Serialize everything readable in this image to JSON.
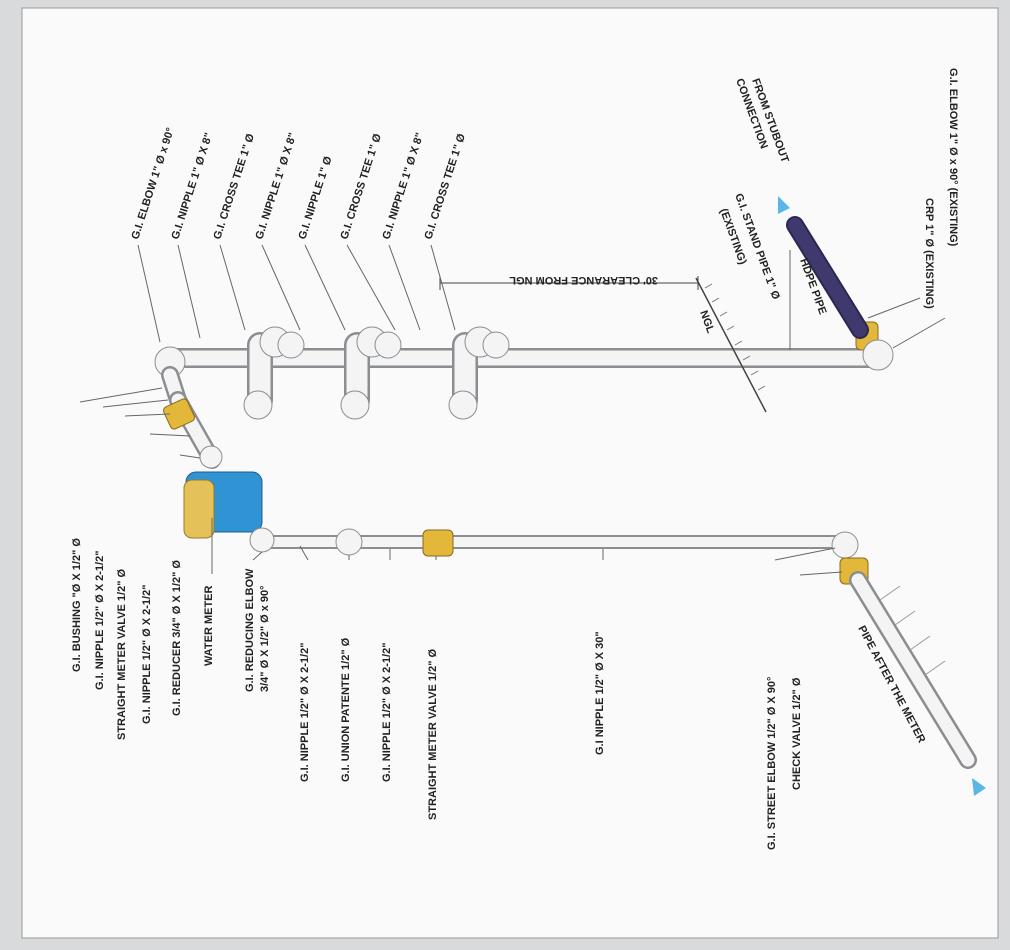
{
  "left_labels": [
    "G.I. BUSHING \"Ø X 1/2\" Ø",
    "G.I. NIPPLE 1/2\" Ø X 2-1/2\"",
    "STRAIGHT METER VALVE 1/2\" Ø",
    "G.I. NIPPLE 1/2\" Ø X 2-1/2\"",
    "G.I. REDUCER 3/4\" Ø X 1/2\" Ø",
    "WATER METER",
    "G.I. REDUCING ELBOW",
    "3/4\" Ø X 1/2\" Ø x 90°",
    "G.I. NIPPLE 1/2\" Ø X 2-1/2\"",
    "G.I. UNION PATENTE 1/2\" Ø",
    "G.I. NIPPLE 1/2\" Ø X 2-1/2\"",
    "STRAIGHT METER VALVE 1/2\" Ø",
    "G.I NIPPLE 1/2\" Ø X 30\"",
    "G.I. STREET ELBOW 1/2\" Ø X 90°",
    "CHECK VALVE 1/2\" Ø"
  ],
  "top_labels": [
    "G.I. ELBOW 1\" Ø x 90°",
    "G.I. NIPPLE 1\" Ø X 8\"",
    "G.I. CROSS TEE 1\" Ø",
    "G.I. NIPPLE 1\" Ø X 8\"",
    "G.I. NIPPLE 1\" Ø",
    "G.I. CROSS TEE 1\" Ø",
    "G.I. NIPPLE 1\" Ø X 8\"",
    "G.I. CROSS TEE 1\" Ø"
  ],
  "right_labels": [
    "G.I. STAND PIPE 1\" Ø",
    "(EXISTING)",
    "FROM STUBOUT",
    "CONNECTION",
    "CRP 1\" Ø (EXISTING)",
    "G.I. ELBOW 1\" Ø x 90° (EXISTING)"
  ],
  "misc_labels": {
    "hdpe": "HDPE PIPE",
    "ngl": "NGL",
    "clearance": "30' CLEARANCE FROM NGL",
    "pipe_after": "PIPE AFTER THE METER"
  },
  "colors": {
    "pipe": "#f4f4f4",
    "pipe_outline": "#8a8d91",
    "brass": "#e2b73a",
    "meter_blue": "#2f93d4",
    "meter_top": "#e5c15a",
    "hdpe": "#3f3a6e",
    "flow_arrow": "#5ab6e6"
  }
}
